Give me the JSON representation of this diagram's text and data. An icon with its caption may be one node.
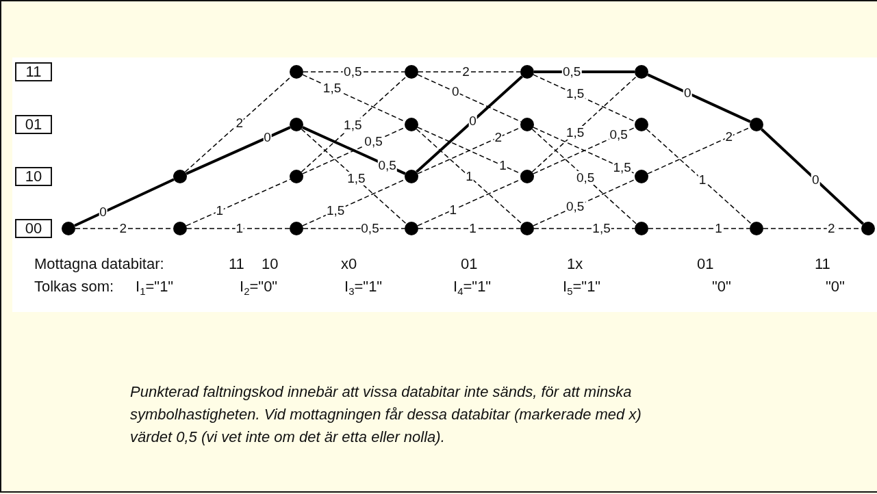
{
  "diagram": {
    "caption": "Punkterad faltningskod innebär att vissa databitar inte sänds, för att minska symbolhastigheten. Vid mottagningen får dessa databitar (markerade med x) värdet 0,5 (vi vet inte om det är etta eller nolla).",
    "nodes": [
      {
        "text": [
          "11"
        ]
      },
      {
        "text": [
          "01"
        ]
      },
      {
        "text": [
          "10"
        ]
      },
      {
        "text": [
          "00"
        ]
      },
      {
        "text": [],
        "shape": "circle"
      },
      {
        "text": [],
        "shape": "circle"
      },
      {
        "text": [],
        "shape": "circle"
      },
      {
        "text": [],
        "shape": "circle"
      },
      {
        "text": [],
        "shape": "circle"
      },
      {
        "text": [],
        "shape": "circle"
      },
      {
        "text": [],
        "shape": "circle"
      },
      {
        "text": [],
        "shape": "circle"
      },
      {
        "text": [],
        "shape": "circle"
      },
      {
        "text": [],
        "shape": "circle"
      },
      {
        "text": [],
        "shape": "circle"
      },
      {
        "text": [],
        "shape": "circle"
      },
      {
        "text": [],
        "shape": "circle"
      },
      {
        "text": [],
        "shape": "circle"
      },
      {
        "text": [],
        "shape": "circle"
      },
      {
        "text": [],
        "shape": "circle"
      },
      {
        "text": [],
        "shape": "circle"
      },
      {
        "text": [],
        "shape": "circle"
      },
      {
        "text": [],
        "shape": "circle"
      },
      {
        "text": [],
        "shape": "circle"
      },
      {
        "text": [],
        "shape": "circle"
      },
      {
        "text": [],
        "shape": "circle"
      }
    ],
    "edges": [
      {
        "from": 4,
        "to": 5,
        "arrow": "none",
        "label": "0",
        "style": "thick"
      },
      {
        "from": 4,
        "to": 6,
        "arrow": "none",
        "label": "2",
        "style": "dashed"
      },
      {
        "from": 5,
        "to": 7,
        "arrow": "none",
        "label": "2",
        "style": "dashed"
      },
      {
        "from": 5,
        "to": 8,
        "arrow": "none",
        "label": "0",
        "style": "thick"
      },
      {
        "from": 6,
        "to": 9,
        "arrow": "none",
        "label": "1",
        "style": "dashed"
      },
      {
        "from": 6,
        "to": 10,
        "arrow": "none",
        "label": "1",
        "style": "dashed"
      },
      {
        "from": 7,
        "to": 11,
        "arrow": "none",
        "label": "0,5",
        "style": "dashed"
      },
      {
        "from": 7,
        "to": 12,
        "arrow": "none",
        "label": "1,5",
        "style": "dashed"
      },
      {
        "from": 8,
        "to": 13,
        "arrow": "none",
        "label": "0,5",
        "style": "thick"
      },
      {
        "from": 8,
        "to": 14,
        "arrow": "none",
        "label": "1,5",
        "style": "dashed"
      },
      {
        "from": 9,
        "to": 11,
        "arrow": "none",
        "label": "1,5",
        "style": "dashed"
      },
      {
        "from": 9,
        "to": 12,
        "arrow": "none",
        "label": "0,5",
        "style": "dashed"
      },
      {
        "from": 10,
        "to": 13,
        "arrow": "none",
        "label": "1,5",
        "style": "dashed"
      },
      {
        "from": 10,
        "to": 14,
        "arrow": "none",
        "label": "0,5",
        "style": "dashed"
      },
      {
        "from": 11,
        "to": 15,
        "arrow": "none",
        "label": "2",
        "style": "dashed"
      },
      {
        "from": 11,
        "to": 16,
        "arrow": "none",
        "label": "0",
        "style": "dashed"
      },
      {
        "from": 12,
        "to": 17,
        "arrow": "none",
        "label": "1",
        "style": "dashed"
      },
      {
        "from": 12,
        "to": 18,
        "arrow": "none",
        "label": "1",
        "style": "dashed"
      },
      {
        "from": 13,
        "to": 15,
        "arrow": "none",
        "label": "0",
        "style": "thick"
      },
      {
        "from": 13,
        "to": 16,
        "arrow": "none",
        "label": "2",
        "style": "dashed"
      },
      {
        "from": 14,
        "to": 17,
        "arrow": "none",
        "label": "1",
        "style": "dashed"
      },
      {
        "from": 14,
        "to": 18,
        "arrow": "none",
        "label": "1",
        "style": "dashed"
      },
      {
        "from": 15,
        "to": 19,
        "arrow": "none",
        "label": "0,5",
        "style": "thick"
      },
      {
        "from": 15,
        "to": 20,
        "arrow": "none",
        "label": "1,5",
        "style": "dashed"
      },
      {
        "from": 16,
        "to": 21,
        "arrow": "none",
        "label": "1,5",
        "style": "dashed"
      },
      {
        "from": 16,
        "to": 22,
        "arrow": "none",
        "label": "0,5",
        "style": "dashed"
      },
      {
        "from": 17,
        "to": 19,
        "arrow": "none",
        "label": "1,5",
        "style": "dashed"
      },
      {
        "from": 17,
        "to": 20,
        "arrow": "none",
        "label": "0,5",
        "style": "dashed"
      },
      {
        "from": 18,
        "to": 21,
        "arrow": "none",
        "label": "0,5",
        "style": "dashed"
      },
      {
        "from": 18,
        "to": 22,
        "arrow": "none",
        "label": "1,5",
        "style": "dashed"
      },
      {
        "from": 19,
        "to": 23,
        "arrow": "none",
        "label": "0",
        "style": "thick"
      },
      {
        "from": 20,
        "to": 24,
        "arrow": "none",
        "label": "1",
        "style": "dashed"
      },
      {
        "from": 21,
        "to": 23,
        "arrow": "none",
        "label": "2",
        "style": "dashed"
      },
      {
        "from": 22,
        "to": 24,
        "arrow": "none",
        "label": "1",
        "style": "dashed"
      },
      {
        "from": 23,
        "to": 25,
        "arrow": "none",
        "label": "0",
        "style": "thick"
      },
      {
        "from": 24,
        "to": 25,
        "arrow": "none",
        "label": "2",
        "style": "dashed"
      }
    ],
    "labels": [
      "Mottagna databitar:",
      "11",
      "10",
      "x0",
      "01",
      "1x",
      "01",
      "11",
      "Tolkas som:",
      "I$_{1}$=\"1\"",
      "I$_{2}$=\"0\"",
      "I$_{3}$=\"1\"",
      "I$_{4}$=\"1\"",
      "I$_{5}$=\"1\"",
      "\"0\"",
      "\"0\""
    ]
  }
}
